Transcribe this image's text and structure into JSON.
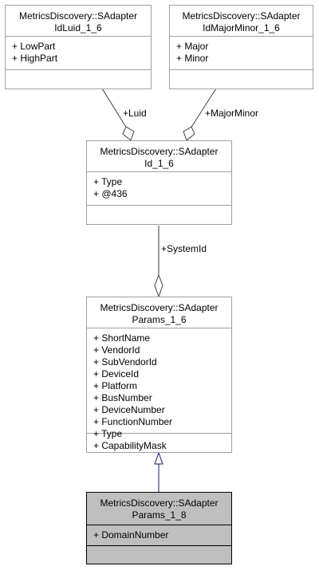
{
  "nodes": {
    "luid": {
      "title_line1": "MetricsDiscovery::SAdapter",
      "title_line2": "IdLuid_1_6",
      "attributes": [
        "+ LowPart",
        "+ HighPart"
      ]
    },
    "majorminor": {
      "title_line1": "MetricsDiscovery::SAdapter",
      "title_line2": "IdMajorMinor_1_6",
      "attributes": [
        "+ Major",
        "+ Minor"
      ]
    },
    "adapterid": {
      "title_line1": "MetricsDiscovery::SAdapter",
      "title_line2": "Id_1_6",
      "attributes": [
        "+ Type",
        "+ @436"
      ]
    },
    "params16": {
      "title_line1": "MetricsDiscovery::SAdapter",
      "title_line2": "Params_1_6",
      "attributes": [
        "+ ShortName",
        "+ VendorId",
        "+ SubVendorId",
        "+ DeviceId",
        "+ Platform",
        "+ BusNumber",
        "+ DeviceNumber",
        "+ FunctionNumber",
        "+ Type",
        "+ CapabilityMask"
      ]
    },
    "params18": {
      "title_line1": "MetricsDiscovery::SAdapter",
      "title_line2": "Params_1_8",
      "attributes": [
        "+ DomainNumber"
      ]
    }
  },
  "edges": {
    "luid_label": "+Luid",
    "majorminor_label": "+MajorMinor",
    "systemid_label": "+SystemId"
  },
  "colors": {
    "inheritance_arrow": "#191970",
    "composition_line": "#404040",
    "highlight_fill": "#bfbfbf"
  }
}
